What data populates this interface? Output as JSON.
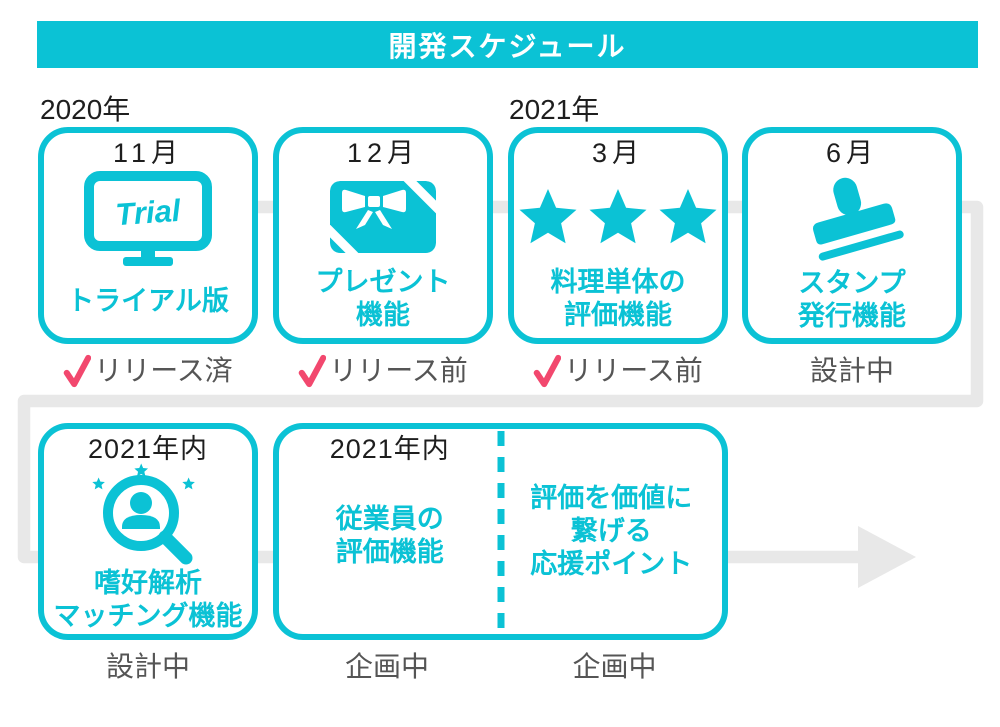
{
  "header": {
    "title": "開発スケジュール"
  },
  "years": [
    {
      "label": "2020年"
    },
    {
      "label": "2021年"
    }
  ],
  "colors": {
    "accent": "#0bc2d5",
    "check_pink": "#f2486e",
    "track_gray": "#e8e8e8",
    "status_text": "#555555",
    "heading_text": "#1e1e1e"
  },
  "row1": [
    {
      "month": "11月",
      "icon": "trial-monitor-icon",
      "icon_label": "Trial",
      "lines": [
        "トライアル版"
      ],
      "status": "リリース済",
      "checked": true
    },
    {
      "month": "12月",
      "icon": "gift-card-icon",
      "lines": [
        "プレゼント",
        "機能"
      ],
      "status": "リリース前",
      "checked": true
    },
    {
      "month": "3月",
      "icon": "three-stars-icon",
      "lines": [
        "料理単体の",
        "評価機能"
      ],
      "status": "リリース前",
      "checked": true
    },
    {
      "month": "6月",
      "icon": "stamp-icon",
      "lines": [
        "スタンプ",
        "発行機能"
      ],
      "status": "設計中",
      "checked": false
    }
  ],
  "row2": {
    "analysis_card": {
      "header": "2021年内",
      "icon": "person-search-icon",
      "lines": [
        "嗜好解析",
        "マッチング機能"
      ],
      "status": "設計中"
    },
    "wide_card": {
      "left": {
        "header": "2021年内",
        "lines": [
          "従業員の",
          "評価機能"
        ],
        "status": "企画中"
      },
      "right": {
        "lines": [
          "評価を価値に",
          "繋げる",
          "応援ポイント"
        ],
        "status": "企画中"
      }
    }
  }
}
